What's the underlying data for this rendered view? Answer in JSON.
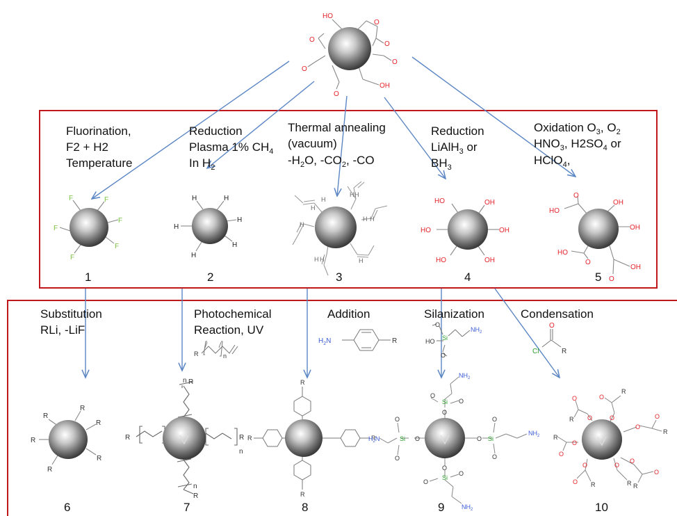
{
  "colors": {
    "frame": "#c0171d",
    "arrow": "#5b86c4",
    "oxygen": "#e5232a",
    "fluorine": "#7ac143",
    "nitrogen": "#3b5bd6",
    "bond": "#777777"
  },
  "atoms": {
    "H": "H",
    "F": "F",
    "OH": "OH",
    "HO": "HO",
    "O": "O",
    "R": "R",
    "Cl": "Cl",
    "Si": "Si",
    "NH2": "NH",
    "H2N": "H",
    "n": "n",
    "sub2": "2"
  },
  "reactions_top": [
    {
      "lines": [
        "Fluorination,",
        "F2 + H2",
        "Temperature"
      ]
    },
    {
      "lines": [
        "Reduction",
        "Plasma 1% CH",
        "In H"
      ],
      "subs": [
        "4",
        "2"
      ]
    },
    {
      "lines": [
        "Thermal annealing",
        "(vacuum)",
        "-H",
        "O, -CO",
        ", -CO"
      ],
      "subs": [
        "2",
        "2"
      ]
    },
    {
      "lines": [
        "Reduction",
        "LiAlH",
        " or",
        "BH"
      ],
      "subs": [
        "3",
        "3"
      ]
    },
    {
      "lines": [
        "Oxidation O",
        ", O",
        "HNO",
        ", H2SO",
        " or",
        "HClO",
        ","
      ],
      "subs": [
        "3",
        "2",
        "3",
        "4",
        "4"
      ]
    }
  ],
  "reactions_bottom": [
    {
      "lines": [
        "Substitution",
        "RLi, -LiF"
      ]
    },
    {
      "lines": [
        "Photochemical",
        "Reaction, UV"
      ]
    },
    {
      "lines": [
        "Addition"
      ]
    },
    {
      "lines": [
        "Silanization"
      ]
    },
    {
      "lines": [
        "Condensation"
      ]
    }
  ],
  "compound_numbers": [
    "1",
    "2",
    "3",
    "4",
    "5",
    "6",
    "7",
    "8",
    "9",
    "10"
  ]
}
